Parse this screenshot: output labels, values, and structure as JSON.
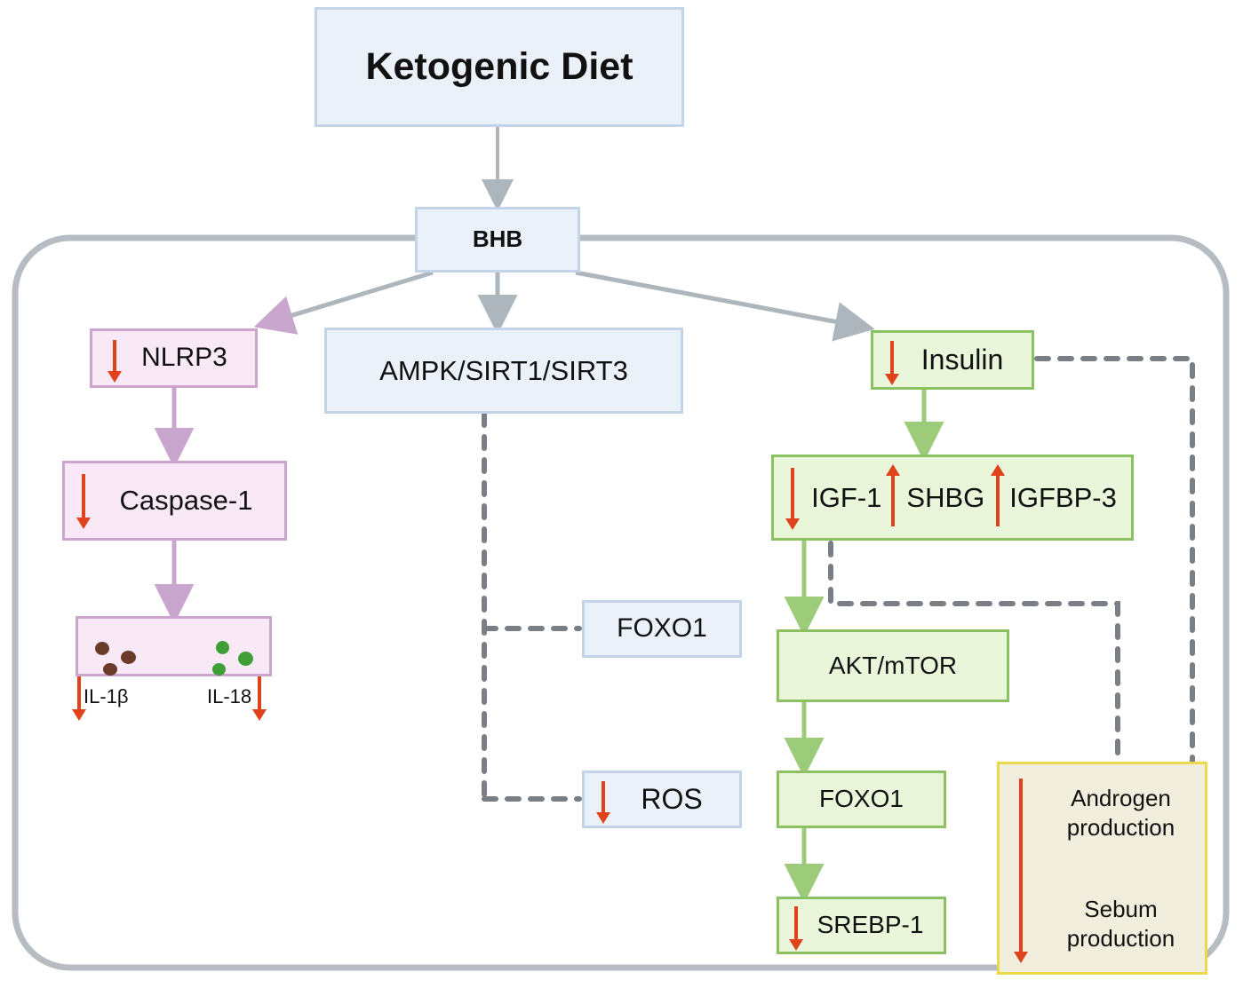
{
  "diagram": {
    "title": "Ketogenic Diet mechanistic pathway in acne",
    "type": "flow-diagram"
  },
  "colors": {
    "blue_fill": "#eaf1f9",
    "blue_border": "#c3d3e8",
    "pink_fill": "#f9e9f7",
    "pink_border": "#cda4cd",
    "green_fill": "#e9f6d9",
    "green_border": "#8cc163",
    "yellow_fill": "#f2eedd",
    "yellow_border": "#ecd94b",
    "arrow_red": "#e0431c",
    "connector_gray": "#adb5bd",
    "connector_pink": "#c9a6cd",
    "connector_green": "#9ccb7a",
    "dashed_gray": "#7a7f85",
    "dot_brown": "#6b3b2a",
    "dot_green": "#3f9e35"
  },
  "nodes": {
    "ketogenic_diet": {
      "label": "Ketogenic Diet",
      "style": "blue",
      "change": "none"
    },
    "bhb": {
      "label": "BHB",
      "style": "blue",
      "change": "none"
    },
    "nlrp3": {
      "label": "NLRP3",
      "style": "pink",
      "change": "decrease"
    },
    "ampk_sirt": {
      "label": "AMPK/SIRT1/SIRT3",
      "style": "blue",
      "change": "none"
    },
    "insulin": {
      "label": "Insulin",
      "style": "green",
      "change": "decrease"
    },
    "caspase1": {
      "label": "Caspase-1",
      "style": "pink",
      "change": "decrease"
    },
    "igf1": {
      "label": "IGF-1",
      "style": "green",
      "change": "decrease"
    },
    "shbg": {
      "label": "SHBG",
      "style": "green",
      "change": "increase"
    },
    "igfbp3": {
      "label": "IGFBP-3",
      "style": "green",
      "change": "increase"
    },
    "cytokines": {
      "style": "pink",
      "il1b_label": "IL-1β",
      "il18_label": "IL-18",
      "il1b_change": "decrease",
      "il18_change": "decrease"
    },
    "foxo1_mid": {
      "label": "FOXO1",
      "style": "blue",
      "change": "none"
    },
    "akt_mtor": {
      "label": "AKT/mTOR",
      "style": "green",
      "change": "none"
    },
    "ros": {
      "label": "ROS",
      "style": "blue",
      "change": "decrease"
    },
    "foxo1_right": {
      "label": "FOXO1",
      "style": "green",
      "change": "none"
    },
    "srebp1": {
      "label": "SREBP-1",
      "style": "green",
      "change": "decrease"
    },
    "androgen_sebum": {
      "line1": "Androgen",
      "line2": "production",
      "line3": "Sebum",
      "line4": "production",
      "style": "yellow",
      "change": "decrease"
    }
  },
  "edges": [
    {
      "from": "ketogenic_diet",
      "to": "bhb",
      "kind": "solid-arrow",
      "color": "gray"
    },
    {
      "from": "bhb",
      "to": "nlrp3",
      "kind": "solid-arrow",
      "color": "gray"
    },
    {
      "from": "bhb",
      "to": "ampk_sirt",
      "kind": "solid-arrow",
      "color": "gray"
    },
    {
      "from": "bhb",
      "to": "insulin",
      "kind": "solid-arrow",
      "color": "gray"
    },
    {
      "from": "nlrp3",
      "to": "caspase1",
      "kind": "solid-arrow",
      "color": "pink"
    },
    {
      "from": "caspase1",
      "to": "cytokines",
      "kind": "solid-arrow",
      "color": "pink"
    },
    {
      "from": "ampk_sirt",
      "to": "foxo1_mid",
      "kind": "dashed",
      "color": "gray"
    },
    {
      "from": "ampk_sirt",
      "to": "ros",
      "kind": "dashed",
      "color": "gray"
    },
    {
      "from": "insulin",
      "to": "igf1",
      "kind": "solid-arrow",
      "color": "green"
    },
    {
      "from": "igf1",
      "to": "akt_mtor",
      "kind": "solid-arrow",
      "color": "green"
    },
    {
      "from": "akt_mtor",
      "to": "foxo1_right",
      "kind": "solid-arrow",
      "color": "green"
    },
    {
      "from": "foxo1_right",
      "to": "srebp1",
      "kind": "solid-arrow",
      "color": "green"
    },
    {
      "from": "insulin",
      "to": "androgen_sebum",
      "kind": "dashed",
      "color": "gray"
    },
    {
      "from": "igf1",
      "to": "androgen_sebum",
      "kind": "dashed",
      "color": "gray"
    }
  ],
  "container": {
    "shape": "rounded-rectangle",
    "label": ""
  }
}
